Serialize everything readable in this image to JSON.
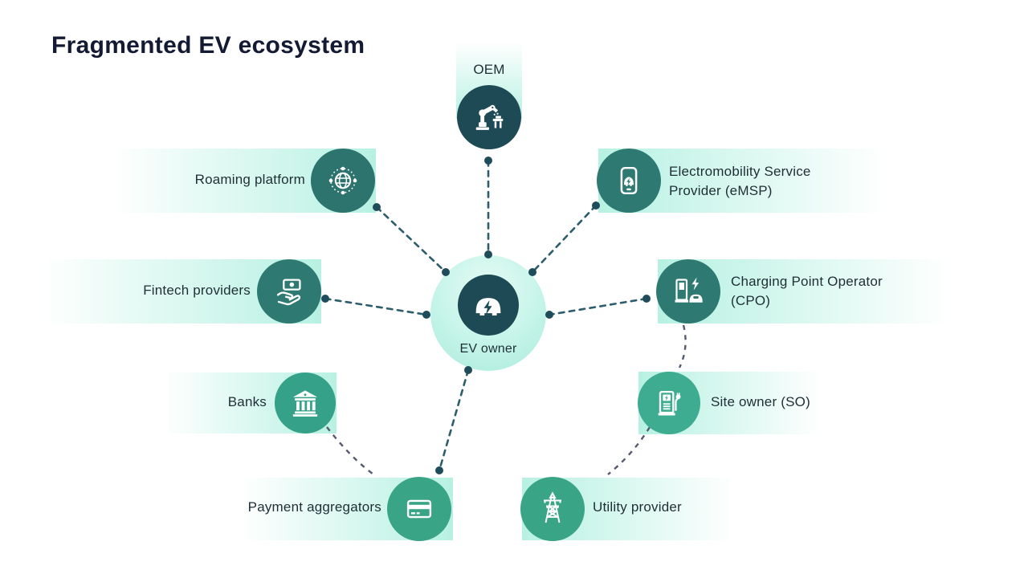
{
  "title": "Fragmented EV ecosystem",
  "center": {
    "label": "EV owner",
    "icon": "ev-car-bolt-icon"
  },
  "nodes": {
    "oem": {
      "label": "OEM",
      "icon": "robot-arm-icon"
    },
    "roaming": {
      "label": "Roaming platform",
      "icon": "globe-network-icon"
    },
    "fintech": {
      "label": "Fintech providers",
      "icon": "money-hand-icon"
    },
    "banks": {
      "label": "Banks",
      "icon": "bank-building-icon"
    },
    "payment": {
      "label": "Payment aggregators",
      "icon": "credit-card-icon"
    },
    "emsp": {
      "label": "Electromobility Service Provider (eMSP)",
      "icon": "phone-ev-icon"
    },
    "cpo": {
      "label": "Charging Point Operator (CPO)",
      "icon": "charging-station-car-icon"
    },
    "site": {
      "label": "Site owner (SO)",
      "icon": "charge-pump-icon"
    },
    "utility": {
      "label": "Utility provider",
      "icon": "power-pylon-icon"
    }
  },
  "colors": {
    "title": "#141a33",
    "text": "#1f2e36",
    "dark": "#1e4a56",
    "teal": "#2e7a72",
    "teal2": "#2d746f",
    "green": "#3aa487",
    "green2": "#35a189",
    "green3": "#3dac90",
    "mint": "#b7f1e2",
    "line_teal": "#2b5d6b",
    "line_dot": "#1e4c5a",
    "line_gray": "#555a6e"
  }
}
